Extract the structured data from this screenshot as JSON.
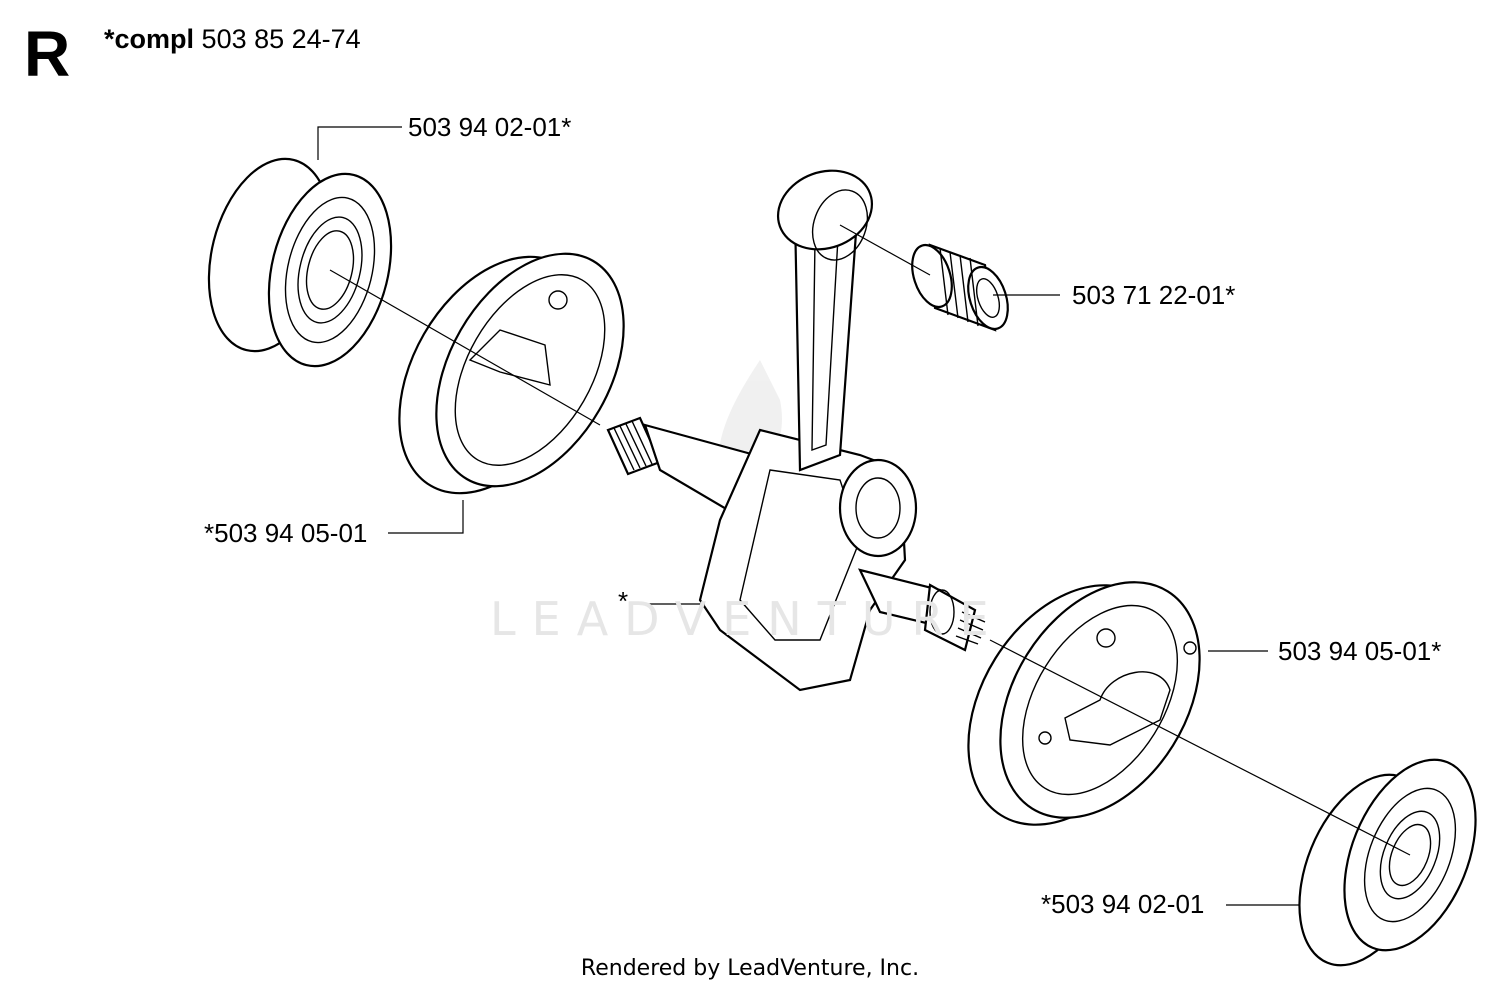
{
  "header": {
    "section_letter": "R",
    "kit_prefix": "*compl",
    "kit_number": "503 85 24-74"
  },
  "parts": {
    "bearing_top": "503 94 02-01*",
    "needle_bearing": "503 71 22-01*",
    "crank_half_left": "*503 94 05-01",
    "crankshaft": "*",
    "crank_half_right": "503 94 05-01*",
    "bearing_bottom": "*503 94 02-01"
  },
  "watermark": "LEADVENTURE",
  "footer": "Rendered by LeadVenture, Inc."
}
